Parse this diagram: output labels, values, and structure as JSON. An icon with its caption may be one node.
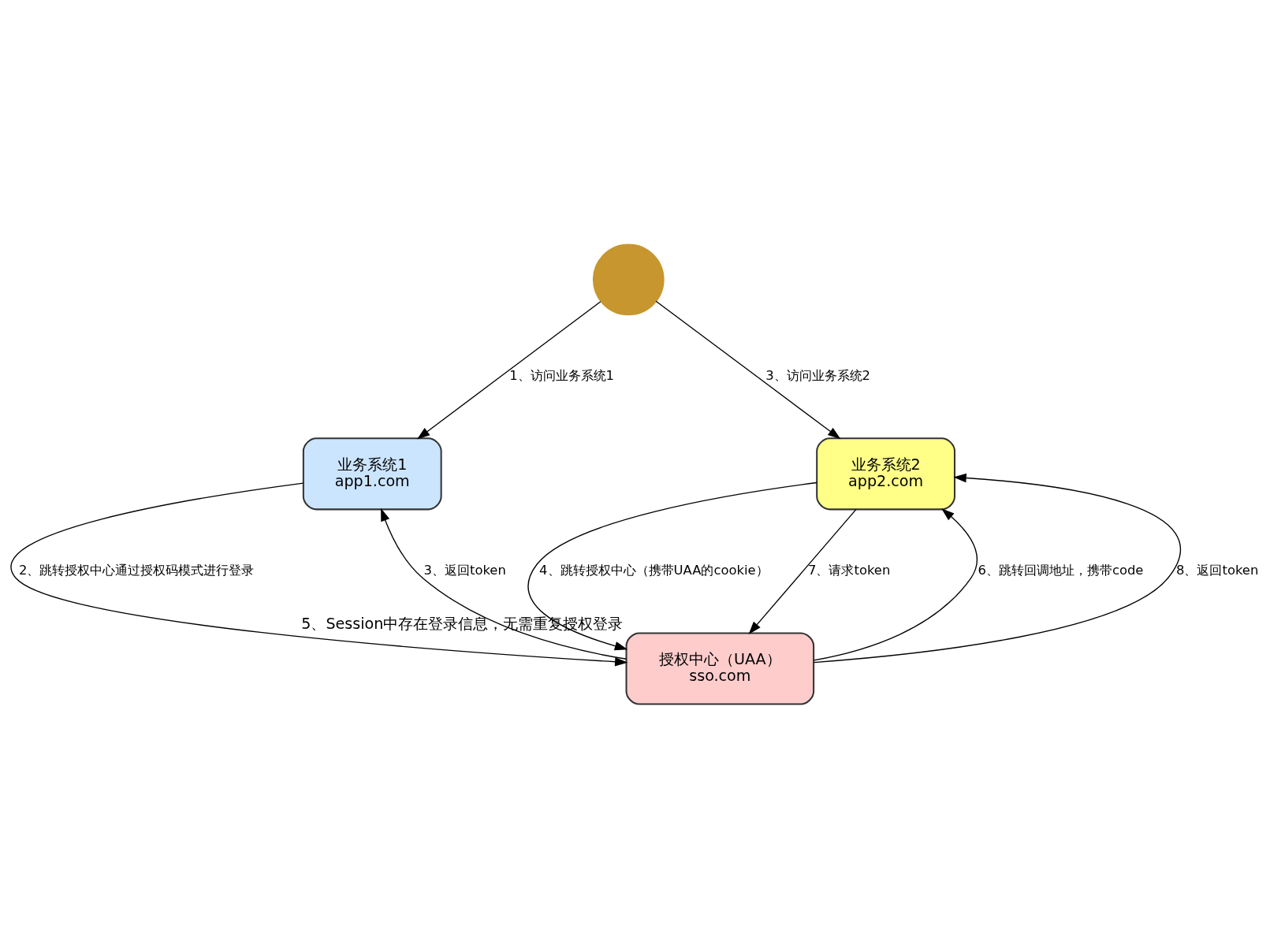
{
  "diagram": {
    "nodes": [
      {
        "text": [],
        "shape": "circle"
      },
      {
        "text": [
          "业务系统1",
          "app1.com"
        ]
      },
      {
        "text": [
          "业务系统2",
          "app2.com"
        ]
      },
      {
        "text": [
          "授权中心（UAA）",
          "sso.com"
        ],
        "beside": [
          "5、Session中存在登录信息，无需重复授权登录"
        ]
      }
    ],
    "edges": [
      {
        "from": 0,
        "to": 1,
        "arrow": "to",
        "label": "1、访问业务系统1"
      },
      {
        "from": 0,
        "to": 2,
        "arrow": "to",
        "label": "3、访问业务系统2"
      },
      {
        "from": 1,
        "to": 3,
        "arrow": "to",
        "label": "2、跳转授权中心通过授权码模式进行登录"
      },
      {
        "from": 3,
        "to": 1,
        "arrow": "to",
        "label": "3、返回token"
      },
      {
        "from": 2,
        "to": 3,
        "arrow": "to",
        "label": "4、跳转授权中心（携带UAA的cookie）"
      },
      {
        "from": 3,
        "to": 2,
        "arrow": "to",
        "label": "6、跳转回调地址，携带code"
      },
      {
        "from": 2,
        "to": 3,
        "arrow": "to",
        "label": "7、请求token"
      },
      {
        "from": 3,
        "to": 2,
        "arrow": "to",
        "label": "8、返回token"
      }
    ]
  }
}
